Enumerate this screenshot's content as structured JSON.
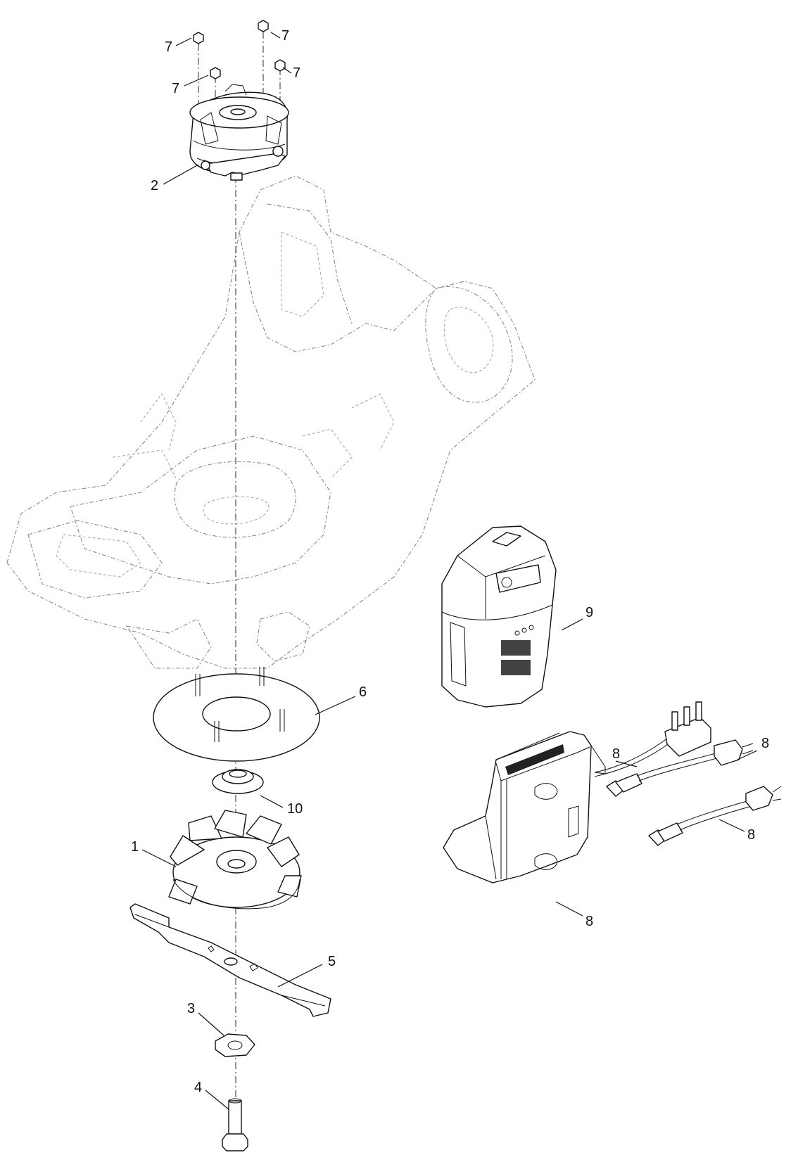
{
  "diagram": {
    "callouts": {
      "c1": "1",
      "c2": "2",
      "c3": "3",
      "c4": "4",
      "c5": "5",
      "c6": "6",
      "c7a": "7",
      "c7b": "7",
      "c7c": "7",
      "c7d": "7",
      "c8a": "8",
      "c8b": "8",
      "c8c": "8",
      "c8d": "8",
      "c9": "9",
      "c10": "10"
    }
  }
}
